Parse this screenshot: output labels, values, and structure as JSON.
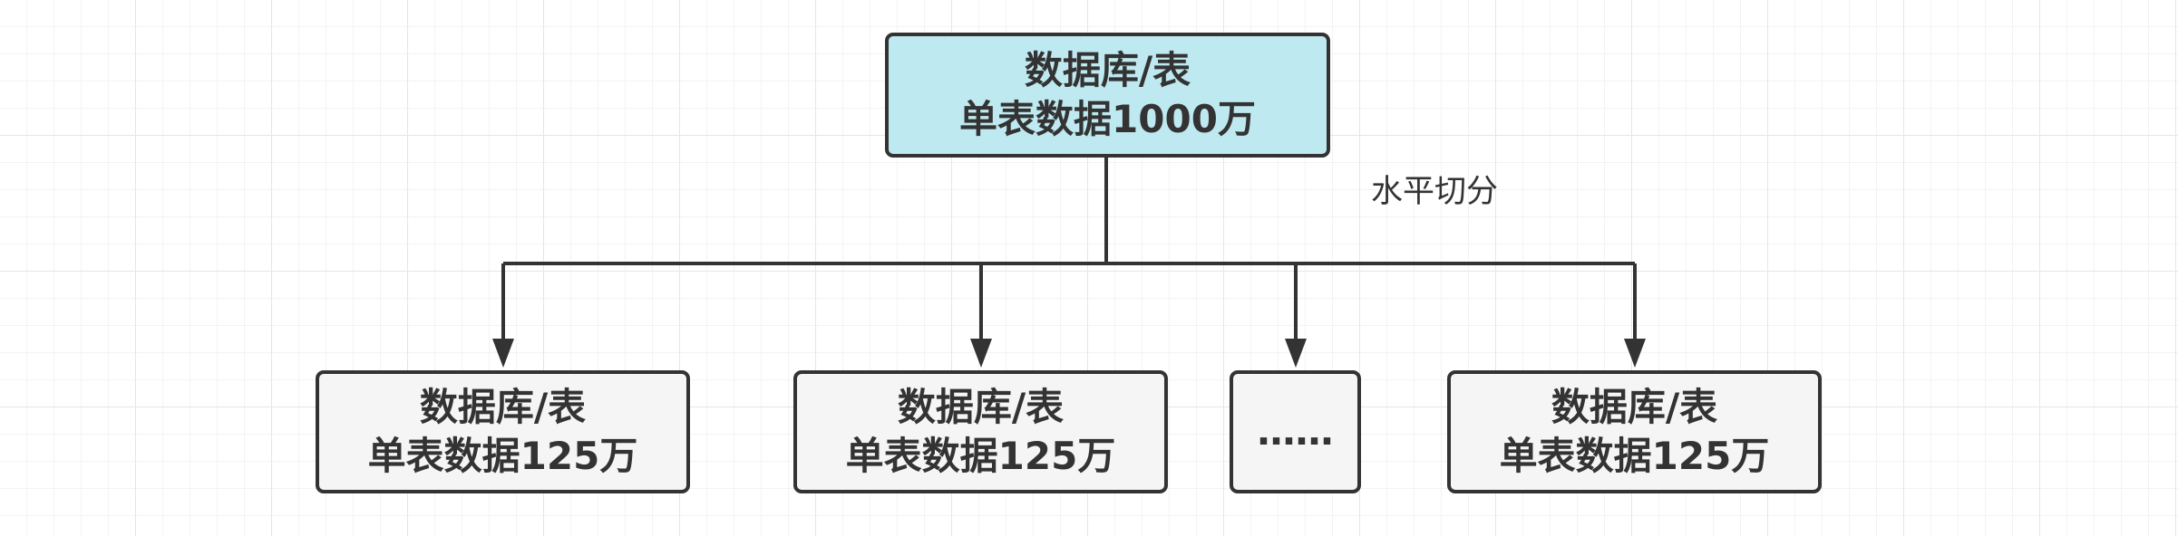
{
  "diagram": {
    "root": {
      "line1": "数据库/表",
      "line2": "单表数据1000万"
    },
    "edge_label": "水平切分",
    "children": [
      {
        "line1": "数据库/表",
        "line2": "单表数据125万"
      },
      {
        "line1": "数据库/表",
        "line2": "单表数据125万"
      },
      {
        "line1": "……",
        "line2": ""
      },
      {
        "line1": "数据库/表",
        "line2": "单表数据125万"
      }
    ],
    "colors": {
      "root_fill": "#bfe9f0",
      "child_fill": "#f5f5f5",
      "stroke": "#333333"
    }
  }
}
